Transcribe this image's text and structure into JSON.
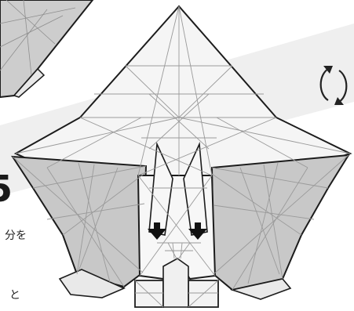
{
  "step_number_partial": "5",
  "side_text_1": "分を",
  "side_text_2": "と",
  "icons": [
    "turn-over-icon",
    "arrow-down-icon",
    "arrow-down-icon"
  ],
  "colors": {
    "paper_white": "#f6f6f6",
    "paper_shaded": "#c9c9c9",
    "paper_dark": "#bcbcbc",
    "background_wedge": "#ececec",
    "crease": "#9a9a9a",
    "outline": "#1c1c1c"
  }
}
